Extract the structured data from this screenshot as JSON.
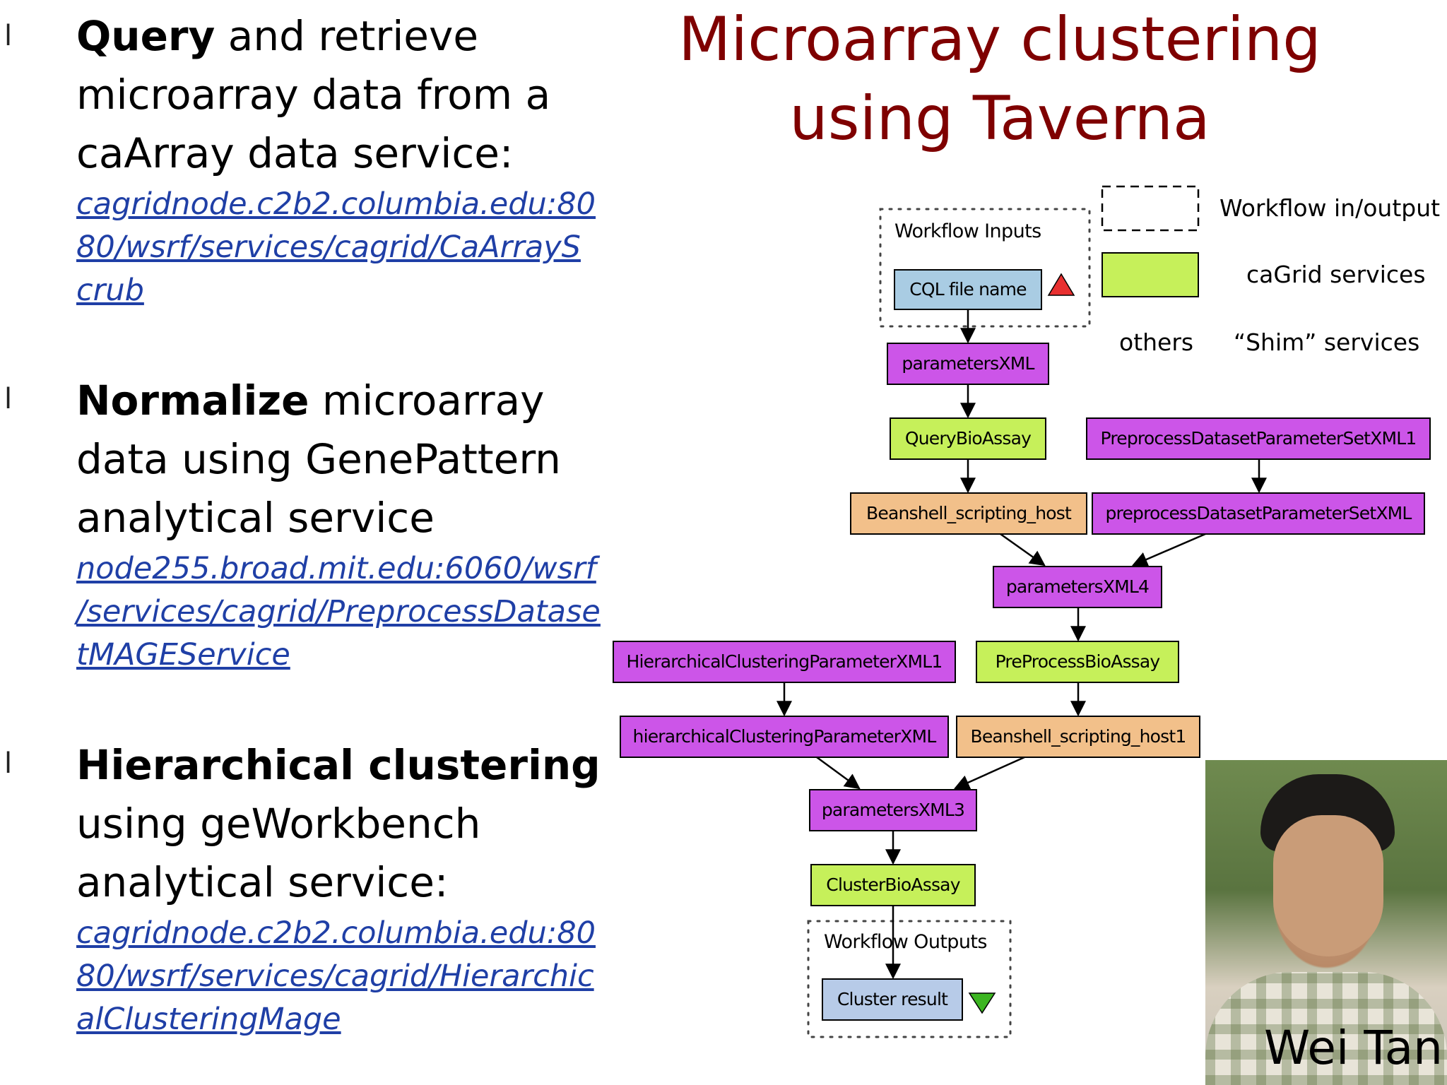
{
  "title": "Microarray clustering\nusing Taverna",
  "bullets": [
    {
      "bold": "Query",
      "rest": " and retrieve\nmicroarray data from a\ncaArray data service:",
      "link": "cagridnode.c2b2.columbia.edu:80\n80/wsrf/services/cagrid/CaArrayS\ncrub"
    },
    {
      "bold": "Normalize",
      "rest": " microarray\ndata using GenePattern\nanalytical service",
      "link": "node255.broad.mit.edu:6060/wsrf\n/services/cagrid/PreprocessDatase\ntMAGEService"
    },
    {
      "bold": "Hierarchical clustering",
      "rest": "\nusing geWorkbench\nanalytical service:",
      "link": "cagridnode.c2b2.columbia.edu:80\n80/wsrf/services/cagrid/Hierarchic\nalClusteringMage"
    }
  ],
  "bullet_marker": "l",
  "legend": {
    "workflow_io": "Workflow in/output",
    "cagrid": "caGrid services",
    "others": "others",
    "shim": "“Shim” services"
  },
  "groups": {
    "inputs": "Workflow Inputs",
    "outputs": "Workflow Outputs"
  },
  "nodes": {
    "cql_file_name": "CQL file name",
    "parametersXML": "parametersXML",
    "QueryBioAssay": "QueryBioAssay",
    "PreprocessDatasetParameterSetXML1": "PreprocessDatasetParameterSetXML1",
    "Beanshell_scripting_host": "Beanshell_scripting_host",
    "preprocessDatasetParameterSetXML": "preprocessDatasetParameterSetXML",
    "parametersXML4": "parametersXML4",
    "HierarchicalClusteringParameterXML1": "HierarchicalClusteringParameterXML1",
    "PreProcessBioAssay": "PreProcessBioAssay",
    "hierarchicalClusteringParameterXML": "hierarchicalClusteringParameterXML",
    "Beanshell_scripting_host1": "Beanshell_scripting_host1",
    "parametersXML3": "parametersXML3",
    "ClusterBioAssay": "ClusterBioAssay",
    "cluster_result": "Cluster result"
  },
  "colors": {
    "title": "#7f0000",
    "workflow_io": "#a9cce3",
    "cagrid": "#c6f05a",
    "others": "#f2c08a",
    "shim": "#cc55e8",
    "output_node": "#b7cbe8",
    "input_triangle": "#e83030",
    "output_triangle": "#3cb521"
  },
  "photo_caption": "Wei Tan"
}
